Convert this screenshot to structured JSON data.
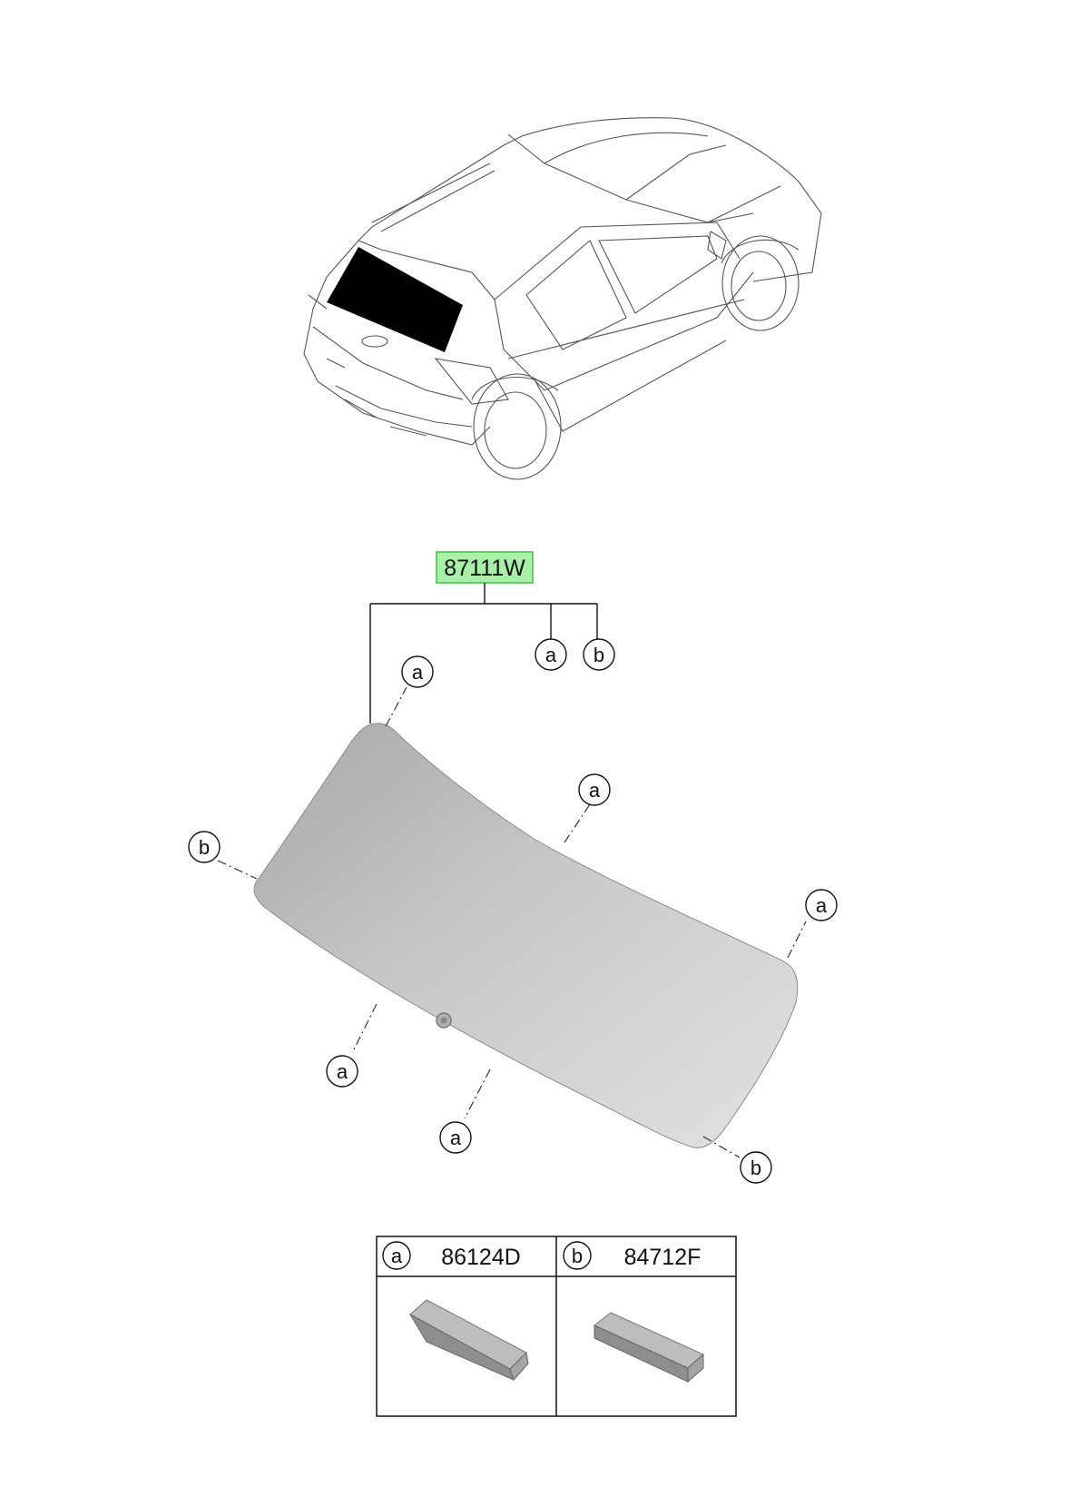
{
  "main_part": {
    "number": "87111W",
    "highlight_fill": "#a8f0a8",
    "highlight_stroke": "#3fbf3f"
  },
  "callouts": {
    "a": "a",
    "b": "b"
  },
  "legend": {
    "items": [
      {
        "letter": "a",
        "part": "86124D"
      },
      {
        "letter": "b",
        "part": "84712F"
      }
    ]
  },
  "colors": {
    "glass": "#c4c4c4",
    "part_shade": "#9a9a9a",
    "window_black": "#000000"
  }
}
